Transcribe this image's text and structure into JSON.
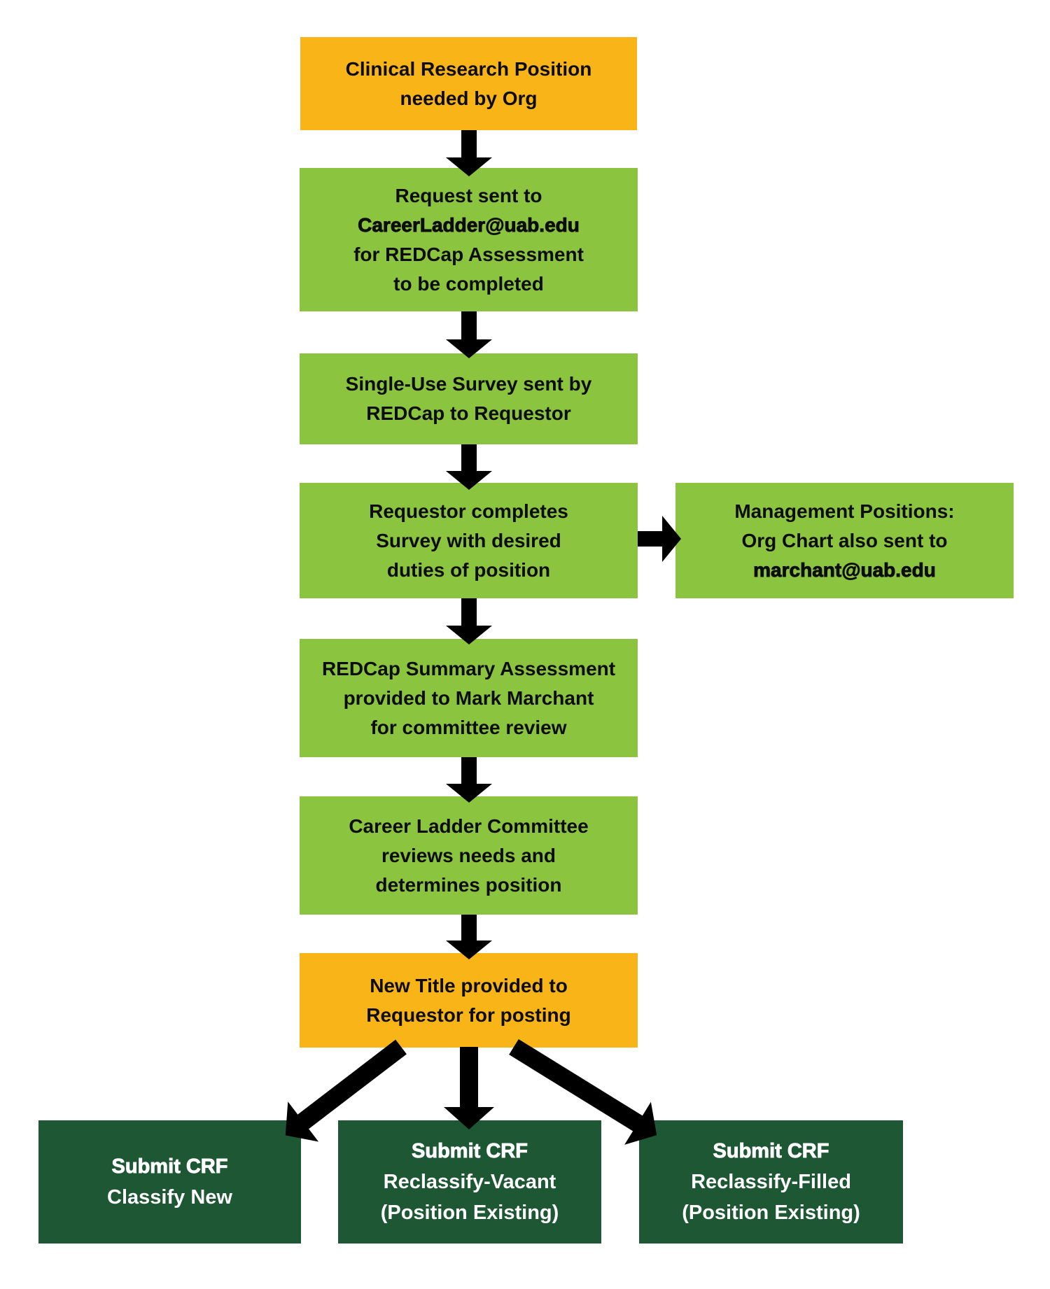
{
  "colors": {
    "gold": "#F9B417",
    "green": "#8BC43F",
    "dark_green": "#1D5733",
    "arrow": "#000000",
    "text_on_light": "#0d0d0d",
    "text_on_dark": "#ffffff"
  },
  "flowchart": {
    "start": {
      "l1": "Clinical Research Position",
      "l2": "needed by Org"
    },
    "request": {
      "l1": "Request sent to",
      "l2": "CareerLadder@uab.edu",
      "l3": "for REDCap Assessment",
      "l4": "to be completed"
    },
    "survey_sent": {
      "l1": "Single-Use Survey sent by",
      "l2": "REDCap to Requestor"
    },
    "requestor_completes": {
      "l1": "Requestor completes",
      "l2": "Survey with desired",
      "l3": "duties of position"
    },
    "management_note": {
      "l1": "Management Positions:",
      "l2": "Org Chart also sent to",
      "l3": "marchant@uab.edu"
    },
    "redcap_summary": {
      "l1": "REDCap Summary Assessment",
      "l2": "provided to Mark Marchant",
      "l3": "for committee review"
    },
    "committee_review": {
      "l1": "Career Ladder Committee",
      "l2": "reviews needs and",
      "l3": "determines position"
    },
    "new_title": {
      "l1": "New Title provided to",
      "l2": "Requestor for posting"
    },
    "crf_classify_new": {
      "l1": "Submit CRF",
      "l2": "Classify New"
    },
    "crf_reclassify_vacant": {
      "l1": "Submit CRF",
      "l2": "Reclassify-Vacant",
      "l3": "(Position Existing)"
    },
    "crf_reclassify_filled": {
      "l1": "Submit CRF",
      "l2": "Reclassify-Filled",
      "l3": "(Position Existing)"
    }
  }
}
